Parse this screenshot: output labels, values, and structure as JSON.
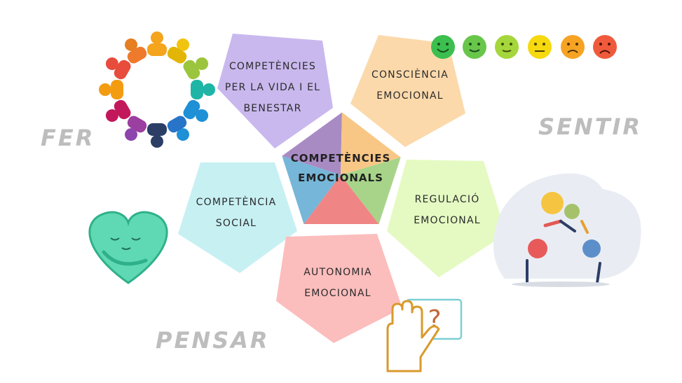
{
  "center": {
    "line1": "COMPETÈNCIES",
    "line2": "EMOCIONALS"
  },
  "pentagons": {
    "top_left": {
      "lines": [
        "COMPETÈNCIES",
        "PER LA VIDA I EL",
        "BENESTAR"
      ]
    },
    "top_right": {
      "lines": [
        "CONSCIÈNCIA",
        "EMOCIONAL"
      ]
    },
    "left": {
      "lines": [
        "COMPETÈNCIA",
        "SOCIAL"
      ]
    },
    "right": {
      "lines": [
        "REGULACIÓ",
        "EMOCIONAL"
      ]
    },
    "bottom": {
      "lines": [
        "AUTONOMIA",
        "EMOCIONAL"
      ]
    }
  },
  "side_words": {
    "fer": "FER",
    "sentir": "SENTIR",
    "pensar": "PENSAR"
  },
  "colors": {
    "purple": "#c9b8ee",
    "orange": "#fcd9ab",
    "blue": "#c7f0f3",
    "green": "#e4fac2",
    "pink": "#fcbdbd",
    "center_purple": "#a98bc4",
    "center_orange": "#f8c785",
    "center_green": "#a8d48a",
    "center_pink": "#f08585",
    "center_blue": "#76b6d8",
    "side_word": "#bdbdbd"
  },
  "icons": [
    "people-circle-icon",
    "emoji-scale-icon",
    "hugging-heart-icon",
    "hand-question-icon",
    "emotion-juggling-illustration"
  ]
}
